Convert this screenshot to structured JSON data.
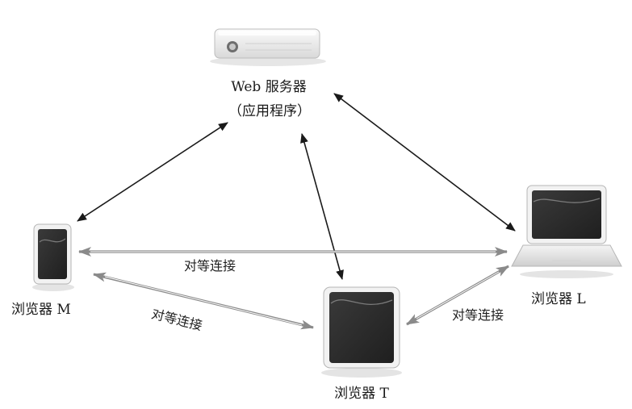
{
  "nodes": {
    "server": {
      "name": "Web 服务器",
      "sub": "（应用程序）",
      "icon": "server-icon"
    },
    "browser_m": {
      "name": "浏览器 M",
      "icon": "phone-icon"
    },
    "browser_t": {
      "name": "浏览器 T",
      "icon": "tablet-icon"
    },
    "browser_l": {
      "name": "浏览器 L",
      "icon": "laptop-icon"
    }
  },
  "edges": {
    "peer_m_l": "对等连接",
    "peer_m_t": "对等连接",
    "peer_t_l": "对等连接"
  },
  "colors": {
    "server_arrow": "#1a1a1a",
    "peer_arrow": "#8a8a8a",
    "device_screen": "#2b2b2b"
  }
}
